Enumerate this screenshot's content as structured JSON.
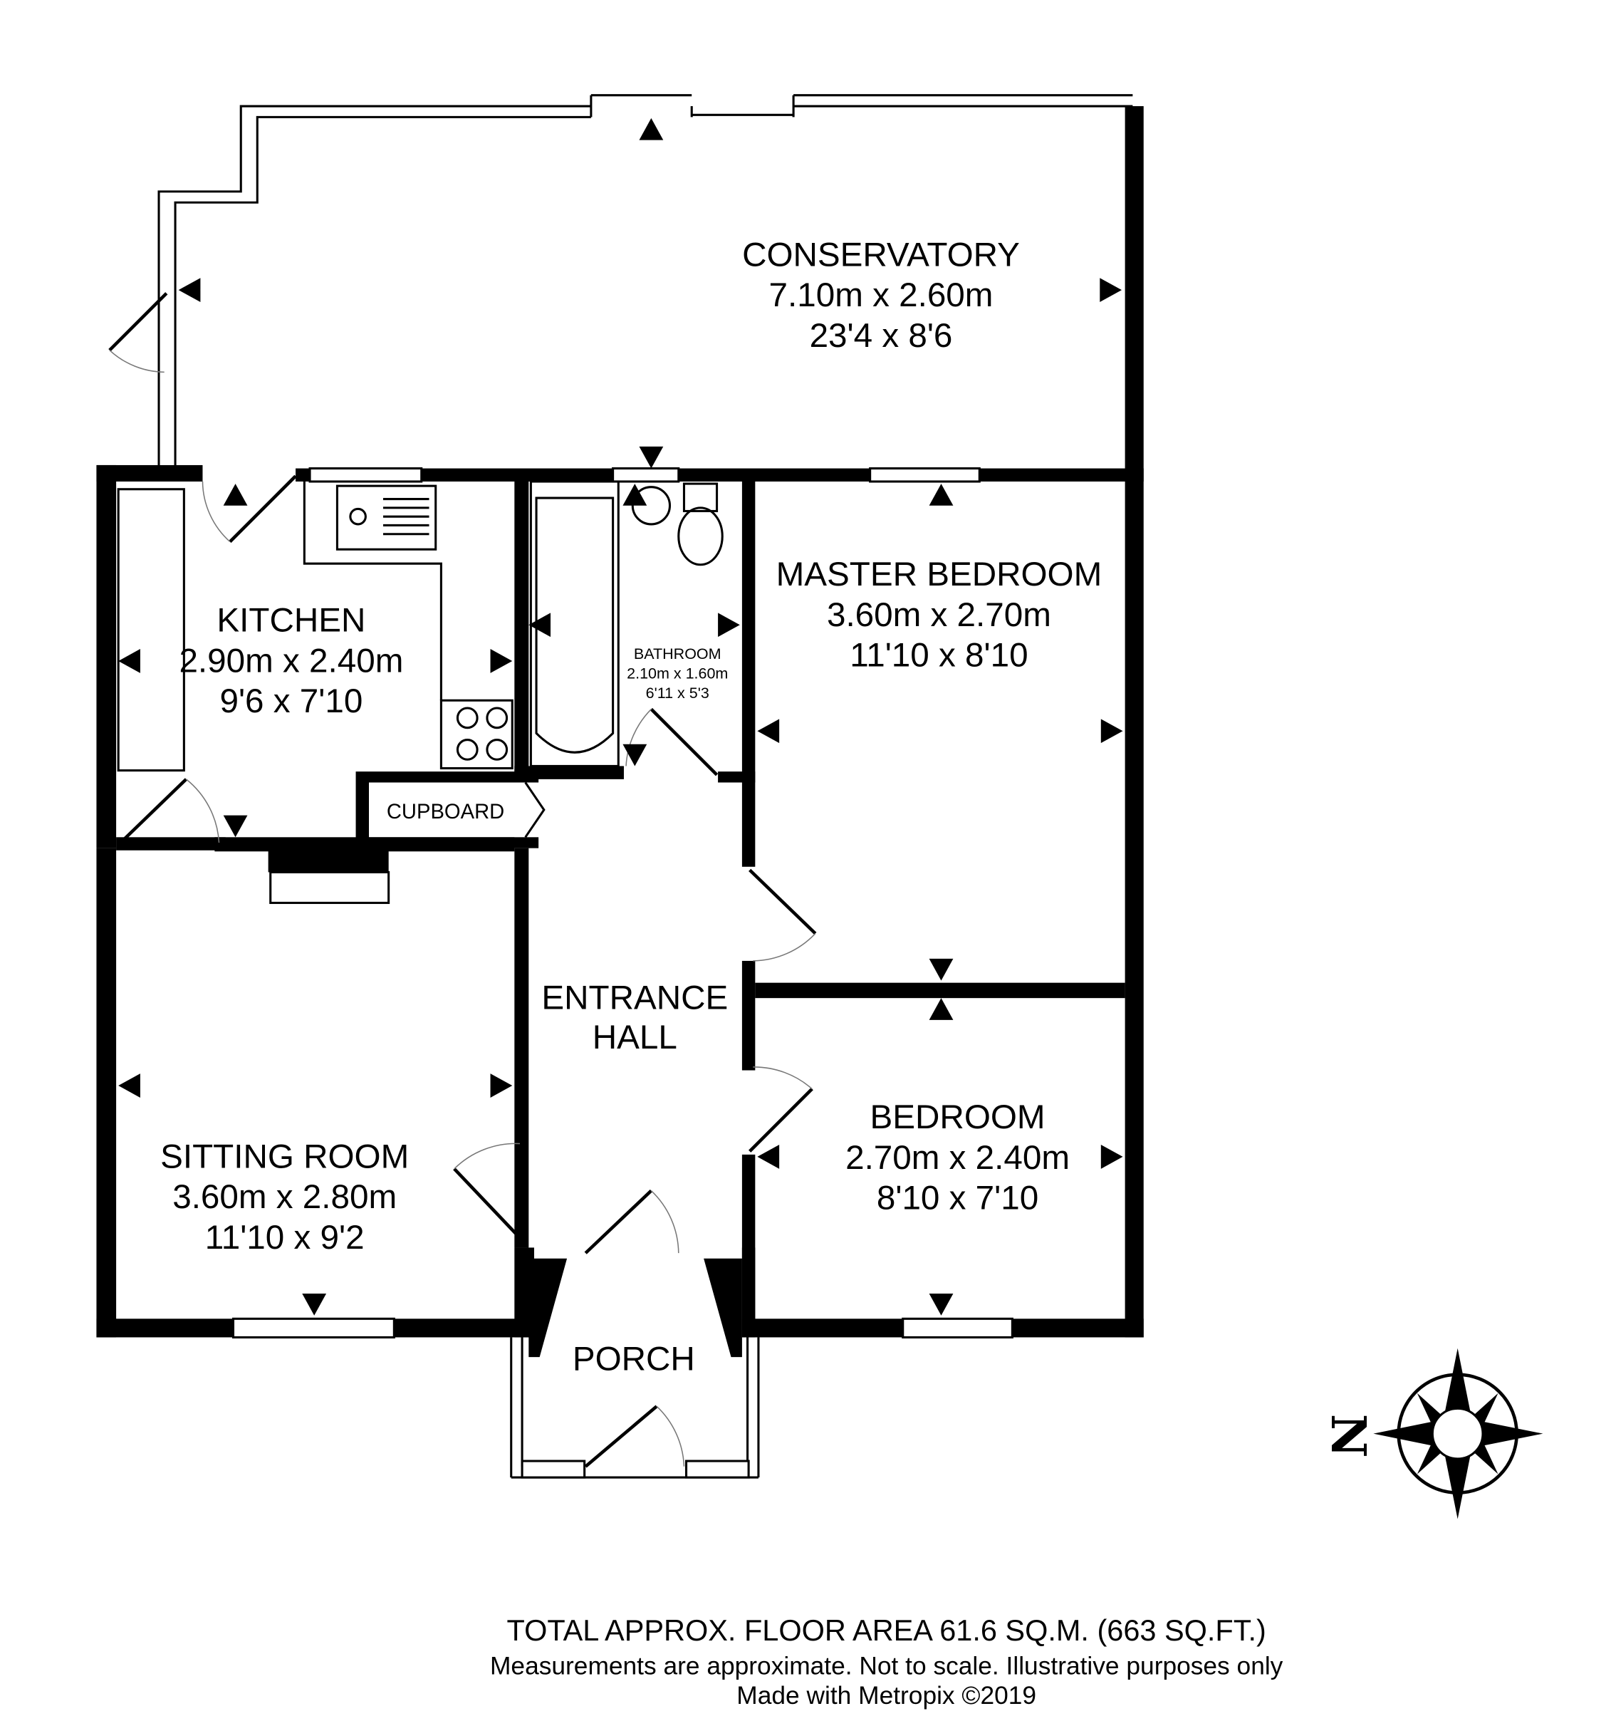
{
  "rooms": {
    "conservatory": {
      "name": "CONSERVATORY",
      "metric": "7.10m x 2.60m",
      "imperial": "23'4 x 8'6"
    },
    "kitchen": {
      "name": "KITCHEN",
      "metric": "2.90m x 2.40m",
      "imperial": "9'6 x 7'10"
    },
    "bathroom": {
      "name": "BATHROOM",
      "metric": "2.10m x 1.60m",
      "imperial": "6'11 x 5'3"
    },
    "master_bedroom": {
      "name": "MASTER BEDROOM",
      "metric": "3.60m x 2.70m",
      "imperial": "11'10 x 8'10"
    },
    "cupboard": {
      "name": "CUPBOARD"
    },
    "entrance_hall": {
      "name_line1": "ENTRANCE",
      "name_line2": "HALL"
    },
    "sitting_room": {
      "name": "SITTING ROOM",
      "metric": "3.60m x 2.80m",
      "imperial": "11'10 x 9'2"
    },
    "bedroom": {
      "name": "BEDROOM",
      "metric": "2.70m x 2.40m",
      "imperial": "8'10 x 7'10"
    },
    "porch": {
      "name": "PORCH"
    }
  },
  "compass": {
    "north_label": "N",
    "icon": "compass-rose-icon"
  },
  "footer": {
    "total_area": "TOTAL APPROX. FLOOR AREA 61.6 SQ.M. (663 SQ.FT.)",
    "disclaimer": "Measurements are approximate.  Not to scale.  Illustrative purposes only",
    "credit": "Made with Metropix ©2019"
  }
}
